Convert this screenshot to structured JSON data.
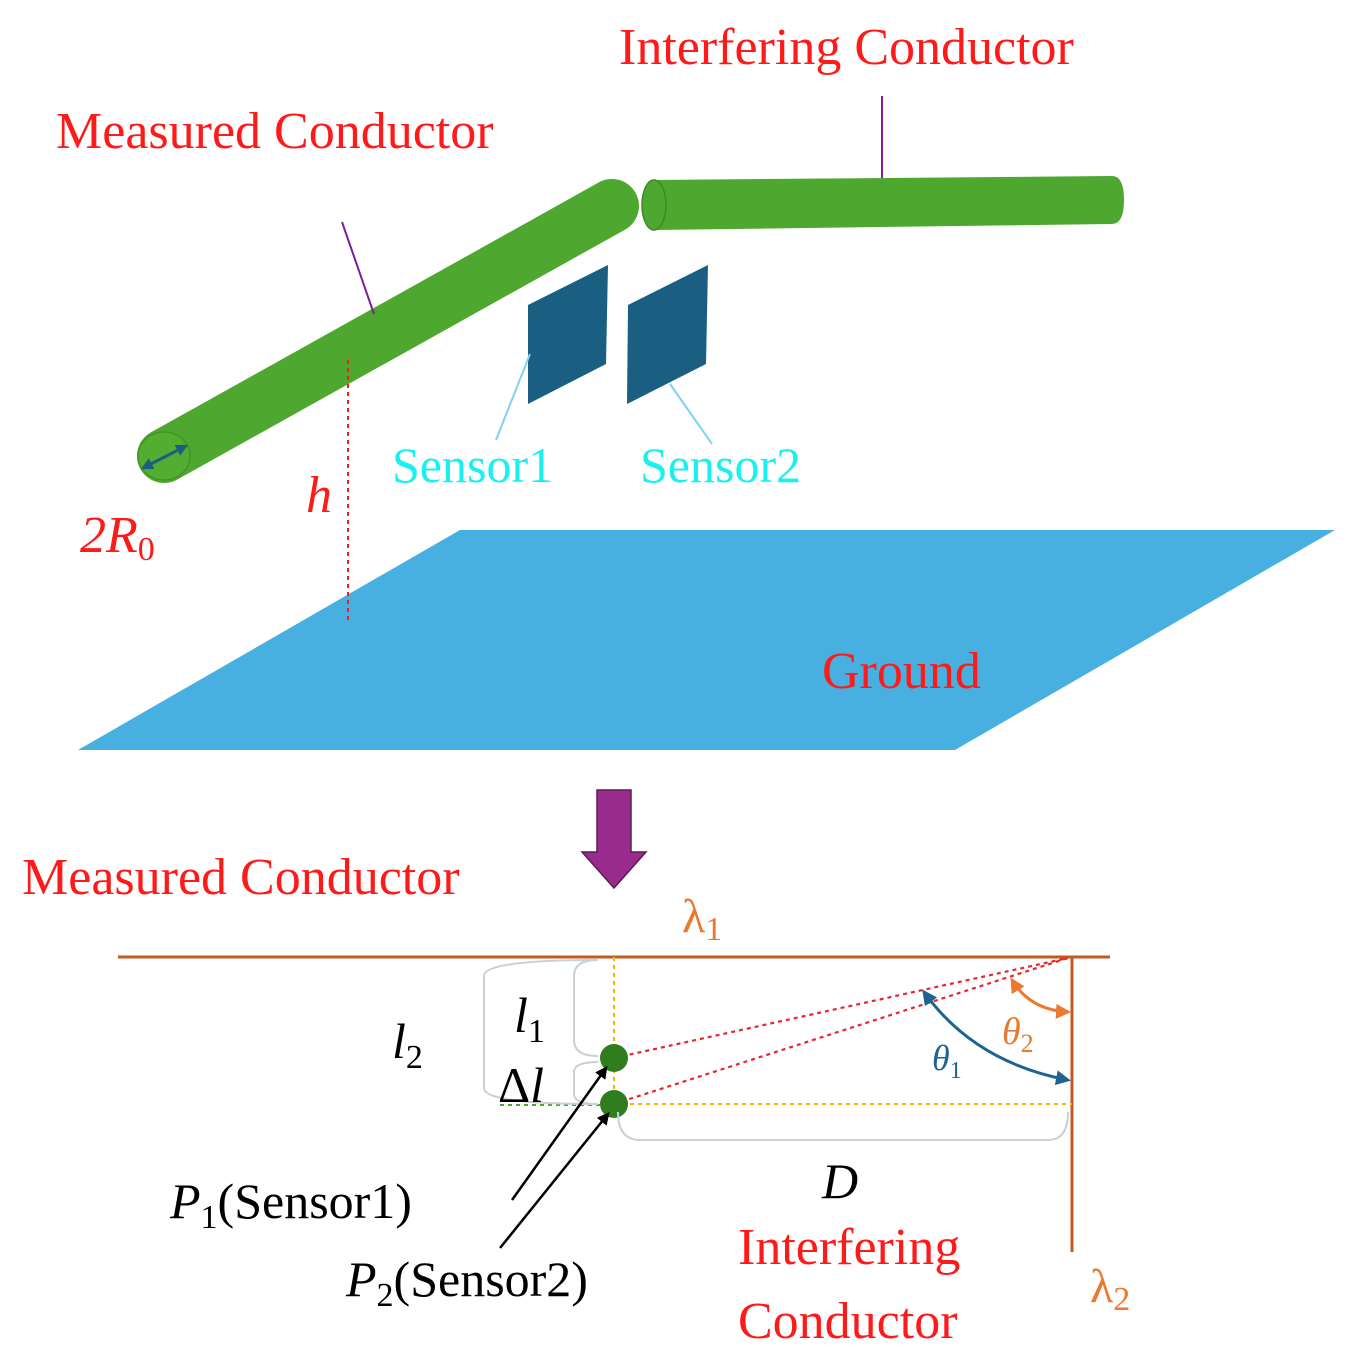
{
  "labels": {
    "interfering_conductor_top": "Interfering Conductor",
    "measured_conductor_top": "Measured Conductor",
    "sensor1": "Sensor1",
    "sensor2": "Sensor2",
    "h": "h",
    "radius_coef": "2",
    "radius_var": "R",
    "radius_sub": "0",
    "ground": "Ground",
    "measured_conductor_bottom": "Measured Conductor",
    "lambda1_sym": "λ",
    "lambda1_sub": "1",
    "lambda2_sym": "λ",
    "lambda2_sub": "2",
    "l1_var": "l",
    "l1_sub": "1",
    "l2_var": "l",
    "l2_sub": "2",
    "delta_l_sym": "Δ",
    "delta_l_var": "l",
    "theta1_sym": "θ",
    "theta1_sub": "1",
    "theta2_sym": "θ",
    "theta2_sub": "2",
    "D": "D",
    "p1_var": "P",
    "p1_sub": "1",
    "p1_text": "(Sensor1)",
    "p2_var": "P",
    "p2_sub": "2",
    "p2_text": "(Sensor2)",
    "interfering_bottom_line1": "Interfering",
    "interfering_bottom_line2": "Conductor"
  },
  "colors": {
    "conductor_green": "#4ea72e",
    "sensor_blue": "#1a5f82",
    "ground_blue": "#47b0e0",
    "label_red": "#ff1a1a",
    "label_cyan": "#19f0f0",
    "orange": "#ea7a2f",
    "angle_blue": "#1f6391",
    "leader_purple": "#7d1f9a",
    "arrow_purple": "#992b8c",
    "guide_yellow": "#f2b705"
  }
}
